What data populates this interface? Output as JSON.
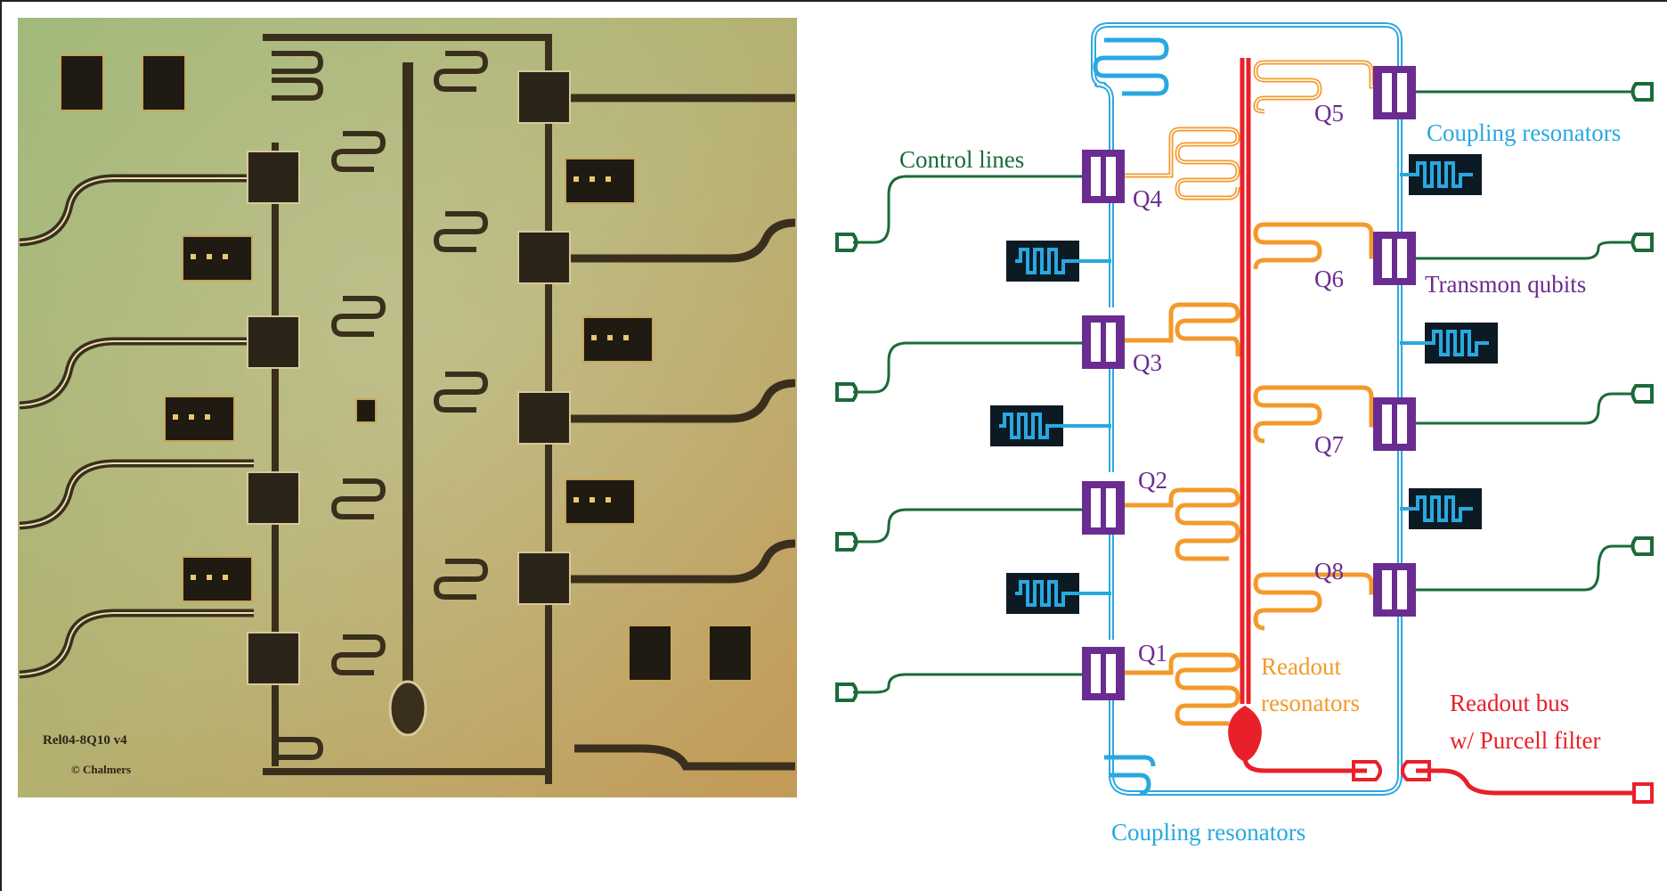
{
  "labels": {
    "chip_text_line1": "Rel04-8Q10 v4",
    "chip_text_line2": "© Chalmers",
    "control_lines": "Control lines",
    "coupling_resonators_top": "Coupling resonators",
    "transmon_qubits": "Transmon qubits",
    "readout_resonators_line1": "Readout",
    "readout_resonators_line2": "resonators",
    "readout_bus_line1": "Readout bus",
    "readout_bus_line2": "w/ Purcell filter",
    "coupling_resonators_bottom": "Coupling resonators"
  },
  "qubits": {
    "q1": "Q1",
    "q2": "Q2",
    "q3": "Q3",
    "q4": "Q4",
    "q5": "Q5",
    "q6": "Q6",
    "q7": "Q7",
    "q8": "Q8"
  },
  "colors": {
    "control": "#1a6b3a",
    "coupling": "#29a8e0",
    "qubit": "#6a2c91",
    "readout_res": "#f39a2b",
    "readout_bus": "#e8202a",
    "resonator_box": "#0c1a24",
    "label_control": "#1a6b3a",
    "label_coupling": "#29a8e0",
    "label_qubit": "#6a2c91",
    "label_readout_res": "#f39a2b",
    "label_readout_bus": "#e8202a"
  }
}
